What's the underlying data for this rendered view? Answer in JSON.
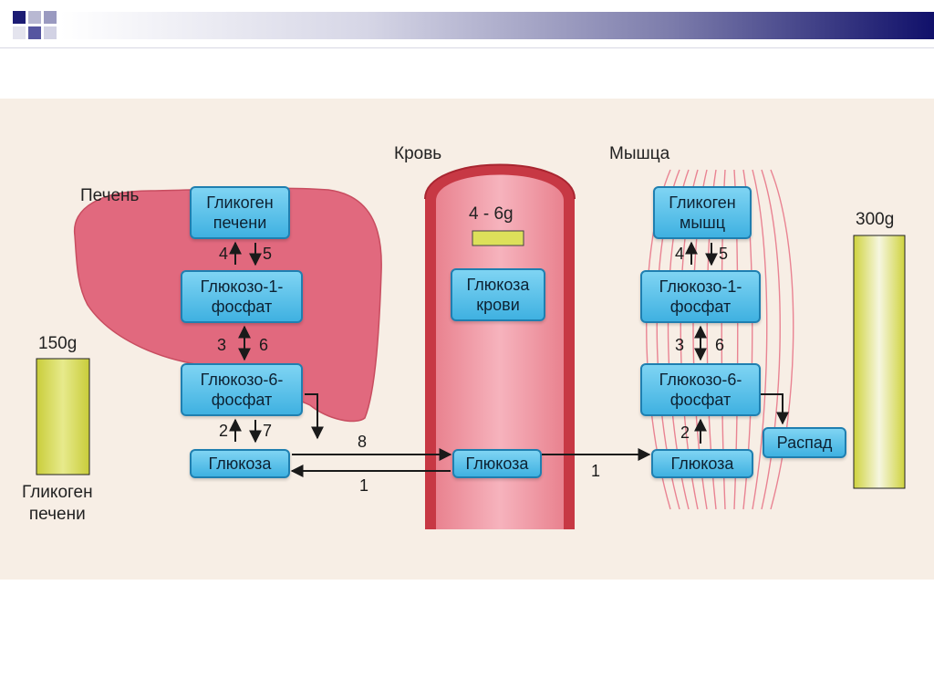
{
  "organs": {
    "liver": "Печень",
    "blood": "Кровь",
    "muscle": "Мышца"
  },
  "liver": {
    "glycogen": "Гликоген\nпечени",
    "g1p": "Глюкозо-1-\nфосфат",
    "g6p": "Глюкозо-6-\nфосфат",
    "glucose": "Глюкоза"
  },
  "blood": {
    "glucose_pool": "Глюкоза\nкрови",
    "glucose": "Глюкоза",
    "amount": "4 - 6g"
  },
  "muscle": {
    "glycogen": "Гликоген\nмышц",
    "g1p": "Глюкозо-1-\nфосфат",
    "g6p": "Глюкозо-6-\nфосфат",
    "glucose": "Глюкоза",
    "breakdown": "Распад"
  },
  "stores": {
    "liver_amount": "150g",
    "liver_caption": "Гликоген\nпечени",
    "muscle_amount": "300g"
  },
  "steps": {
    "liver_4": "4",
    "liver_5": "5",
    "liver_3": "3",
    "liver_6": "6",
    "liver_2": "2",
    "liver_7": "7",
    "transport_8": "8",
    "transport_1_back": "1",
    "transport_1_muscle": "1",
    "muscle_4": "4",
    "muscle_5": "5",
    "muscle_3": "3",
    "muscle_6": "6",
    "muscle_2": "2"
  },
  "colors": {
    "liver": "#e1697e",
    "vessel_wall": "#c73844",
    "vessel_lumen": "#f29aa8",
    "node": "#4ab7e4",
    "store": "#d8dc50"
  }
}
